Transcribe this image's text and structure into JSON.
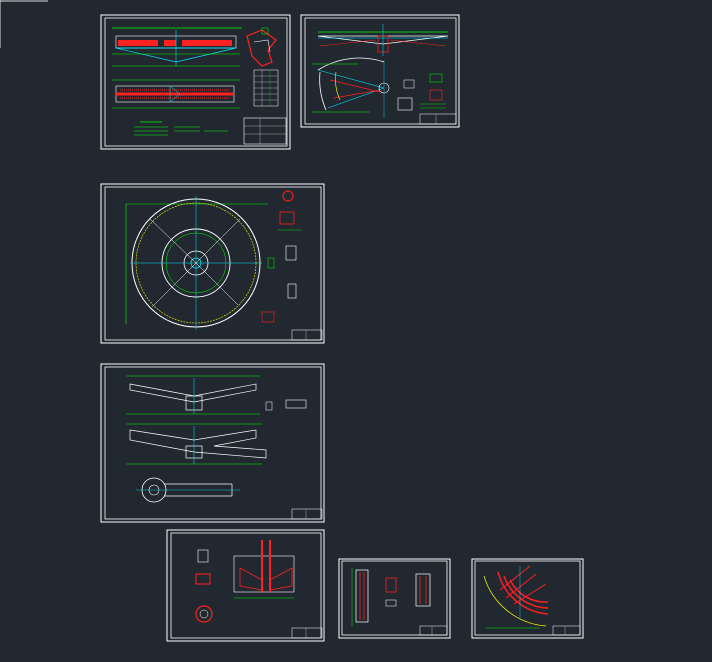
{
  "app": {
    "corner_label": ""
  },
  "colors": {
    "background": "#212830",
    "sheet_border": "#ffffff",
    "dimension": "#00ff00",
    "rebar": "#ff2020",
    "centerline": "#00e5ff",
    "annotation": "#ffff00",
    "outline": "#ffffff",
    "grid": "#6a7a8a"
  },
  "sheets": [
    {
      "id": "sheet-1",
      "content": "clarifier-bridge-elevation-and-plan"
    },
    {
      "id": "sheet-2",
      "content": "bridge-section-and-sector-plan"
    },
    {
      "id": "sheet-3",
      "content": "circular-tank-plan"
    },
    {
      "id": "sheet-4",
      "content": "tank-cross-sections"
    },
    {
      "id": "sheet-5",
      "content": "center-column-details"
    },
    {
      "id": "sheet-6",
      "content": "wall-details"
    },
    {
      "id": "sheet-7",
      "content": "rebar-sector-detail"
    }
  ]
}
